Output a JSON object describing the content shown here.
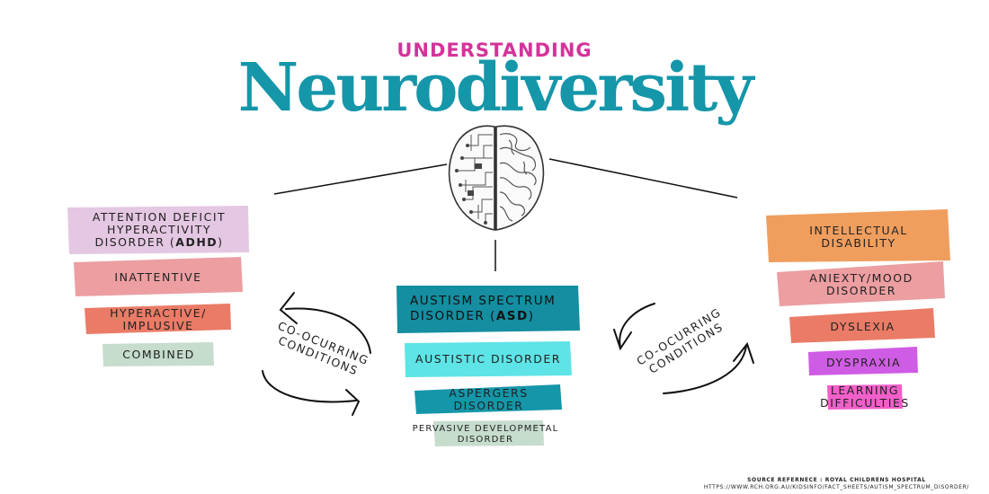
{
  "header": {
    "kicker": "UNDERSTANDING",
    "title": "Neurodiversity"
  },
  "colors": {
    "kicker": "#d4339a",
    "title": "#1596a9"
  },
  "left": {
    "main": {
      "line1": "ATTENTION DEFICIT",
      "line2": "HYPERACTIVITY",
      "line3_prefix": "DISORDER (",
      "line3_bold": "ADHD",
      "line3_suffix": ")"
    },
    "items": [
      "INATTENTIVE",
      "HYPERACTIVE/",
      "IMPLUSIVE",
      "COMBINED"
    ]
  },
  "center": {
    "main": {
      "line1": "AUSTISM SPECTRUM",
      "line2_prefix": "DISORDER (",
      "line2_bold": "ASD",
      "line2_suffix": ")"
    },
    "items": [
      "AUSTISTIC DISORDER",
      "ASPERGERS DISORDER"
    ],
    "footer_line1": "PERVASIVE DEVELOPMETAL",
    "footer_line2": "DISORDER"
  },
  "right": {
    "items": [
      "INTELLECTUAL",
      "DISABILITY",
      "ANIEXTY/MOOD",
      "DISORDER",
      "DYSLEXIA",
      "DYSPRAXIA",
      "LEARNING",
      "DIFFICULTIES"
    ]
  },
  "cycles": {
    "left_line1": "CO-OCURRING",
    "left_line2": "CONDITIONS",
    "right_line1": "CO-OCURRING",
    "right_line2": "CONDITIONS"
  },
  "source": {
    "label": "SOURCE REFERNECE : ROYAL CHILDRENS HOSPITAL",
    "url": "HTTPS://WWW.RCH.ORG.AU/KIDSINFO/FACT_SHEETS/AUTISM_SPECTRUM_DISORDER/"
  }
}
